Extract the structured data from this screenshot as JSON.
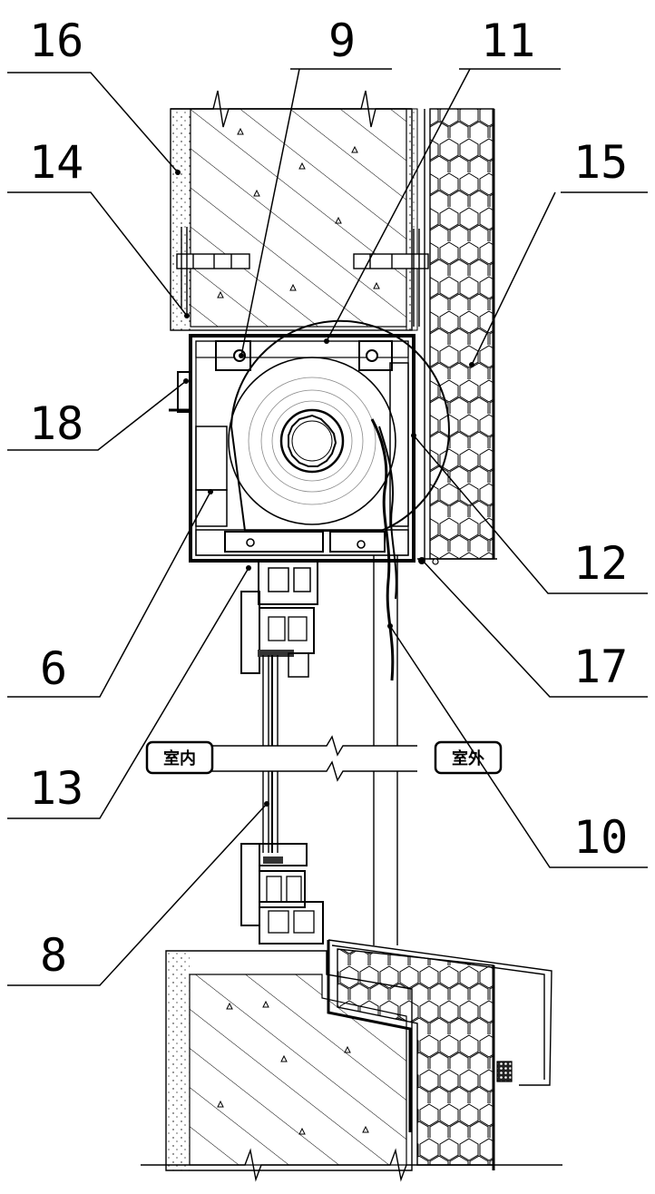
{
  "labels": {
    "l16": "16",
    "l9": "9",
    "l11": "11",
    "l14": "14",
    "l15": "15",
    "l18": "18",
    "l12": "12",
    "l6": "6",
    "l17": "17",
    "l13": "13",
    "l10": "10",
    "l8": "8"
  },
  "tags": {
    "indoor": "室内",
    "outdoor": "室外"
  }
}
